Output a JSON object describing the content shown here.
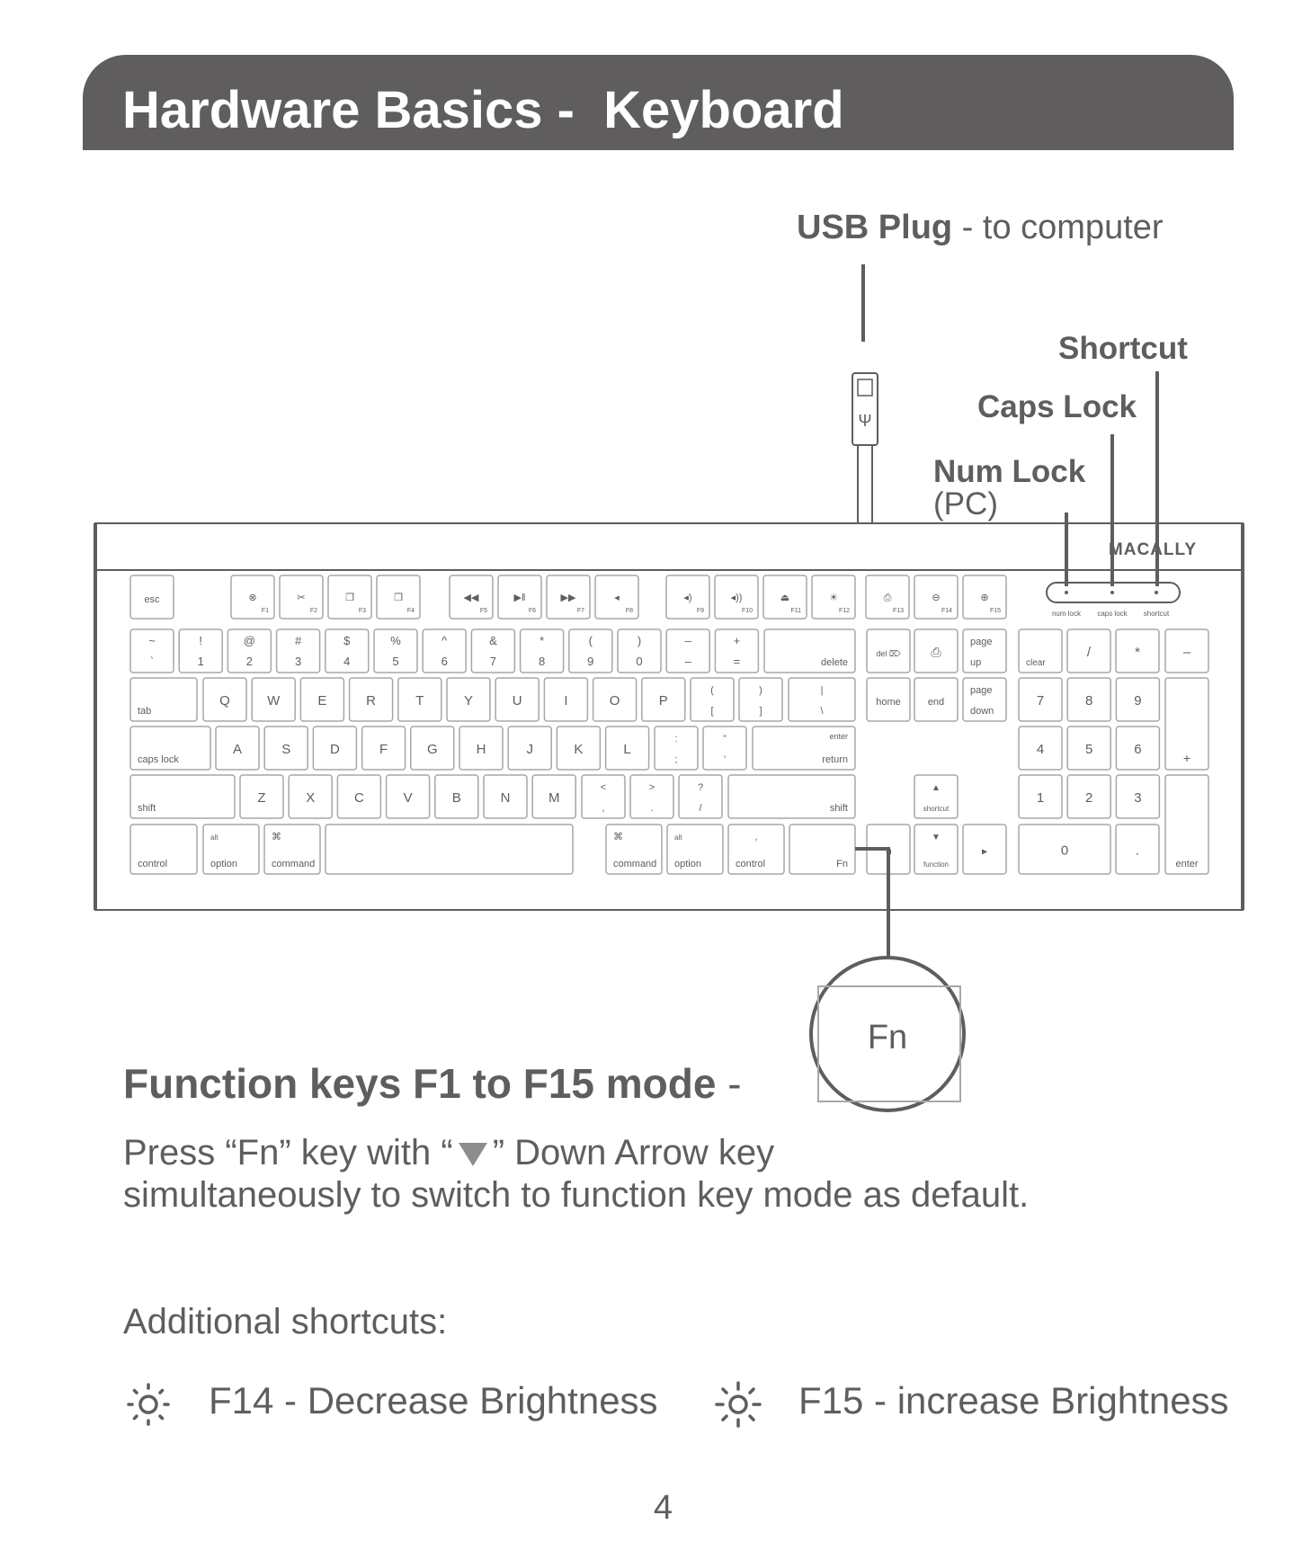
{
  "header": {
    "title": "Hardware Basics -  Keyboard"
  },
  "callouts": {
    "usb_bold": "USB Plug",
    "usb_rest": " - to computer",
    "shortcut": "Shortcut",
    "caps_lock": "Caps Lock",
    "num_lock": "Num Lock",
    "num_lock_sub": "(PC)"
  },
  "keyboard": {
    "brand": "MACALLY",
    "indicators": [
      "num lock",
      "caps lock",
      "shortcut"
    ],
    "zoom_label": "Fn"
  },
  "function_section": {
    "heading": "Function keys F1 to F15 mode",
    "heading_dash": " -",
    "line1_a": "Press “Fn” key with “",
    "line1_b": "” Down Arrow key",
    "line2": "simultaneously to switch to function key mode as default."
  },
  "additional": {
    "title": "Additional shortcuts:",
    "items": [
      {
        "icon": "sun-small-icon",
        "text": "F14 - Decrease Brightness"
      },
      {
        "icon": "sun-large-icon",
        "text": "F15 - increase Brightness"
      }
    ]
  },
  "page_number": "4",
  "colors": {
    "primary_gray": "#5f5d5e",
    "key_border": "#a8a7a7"
  }
}
